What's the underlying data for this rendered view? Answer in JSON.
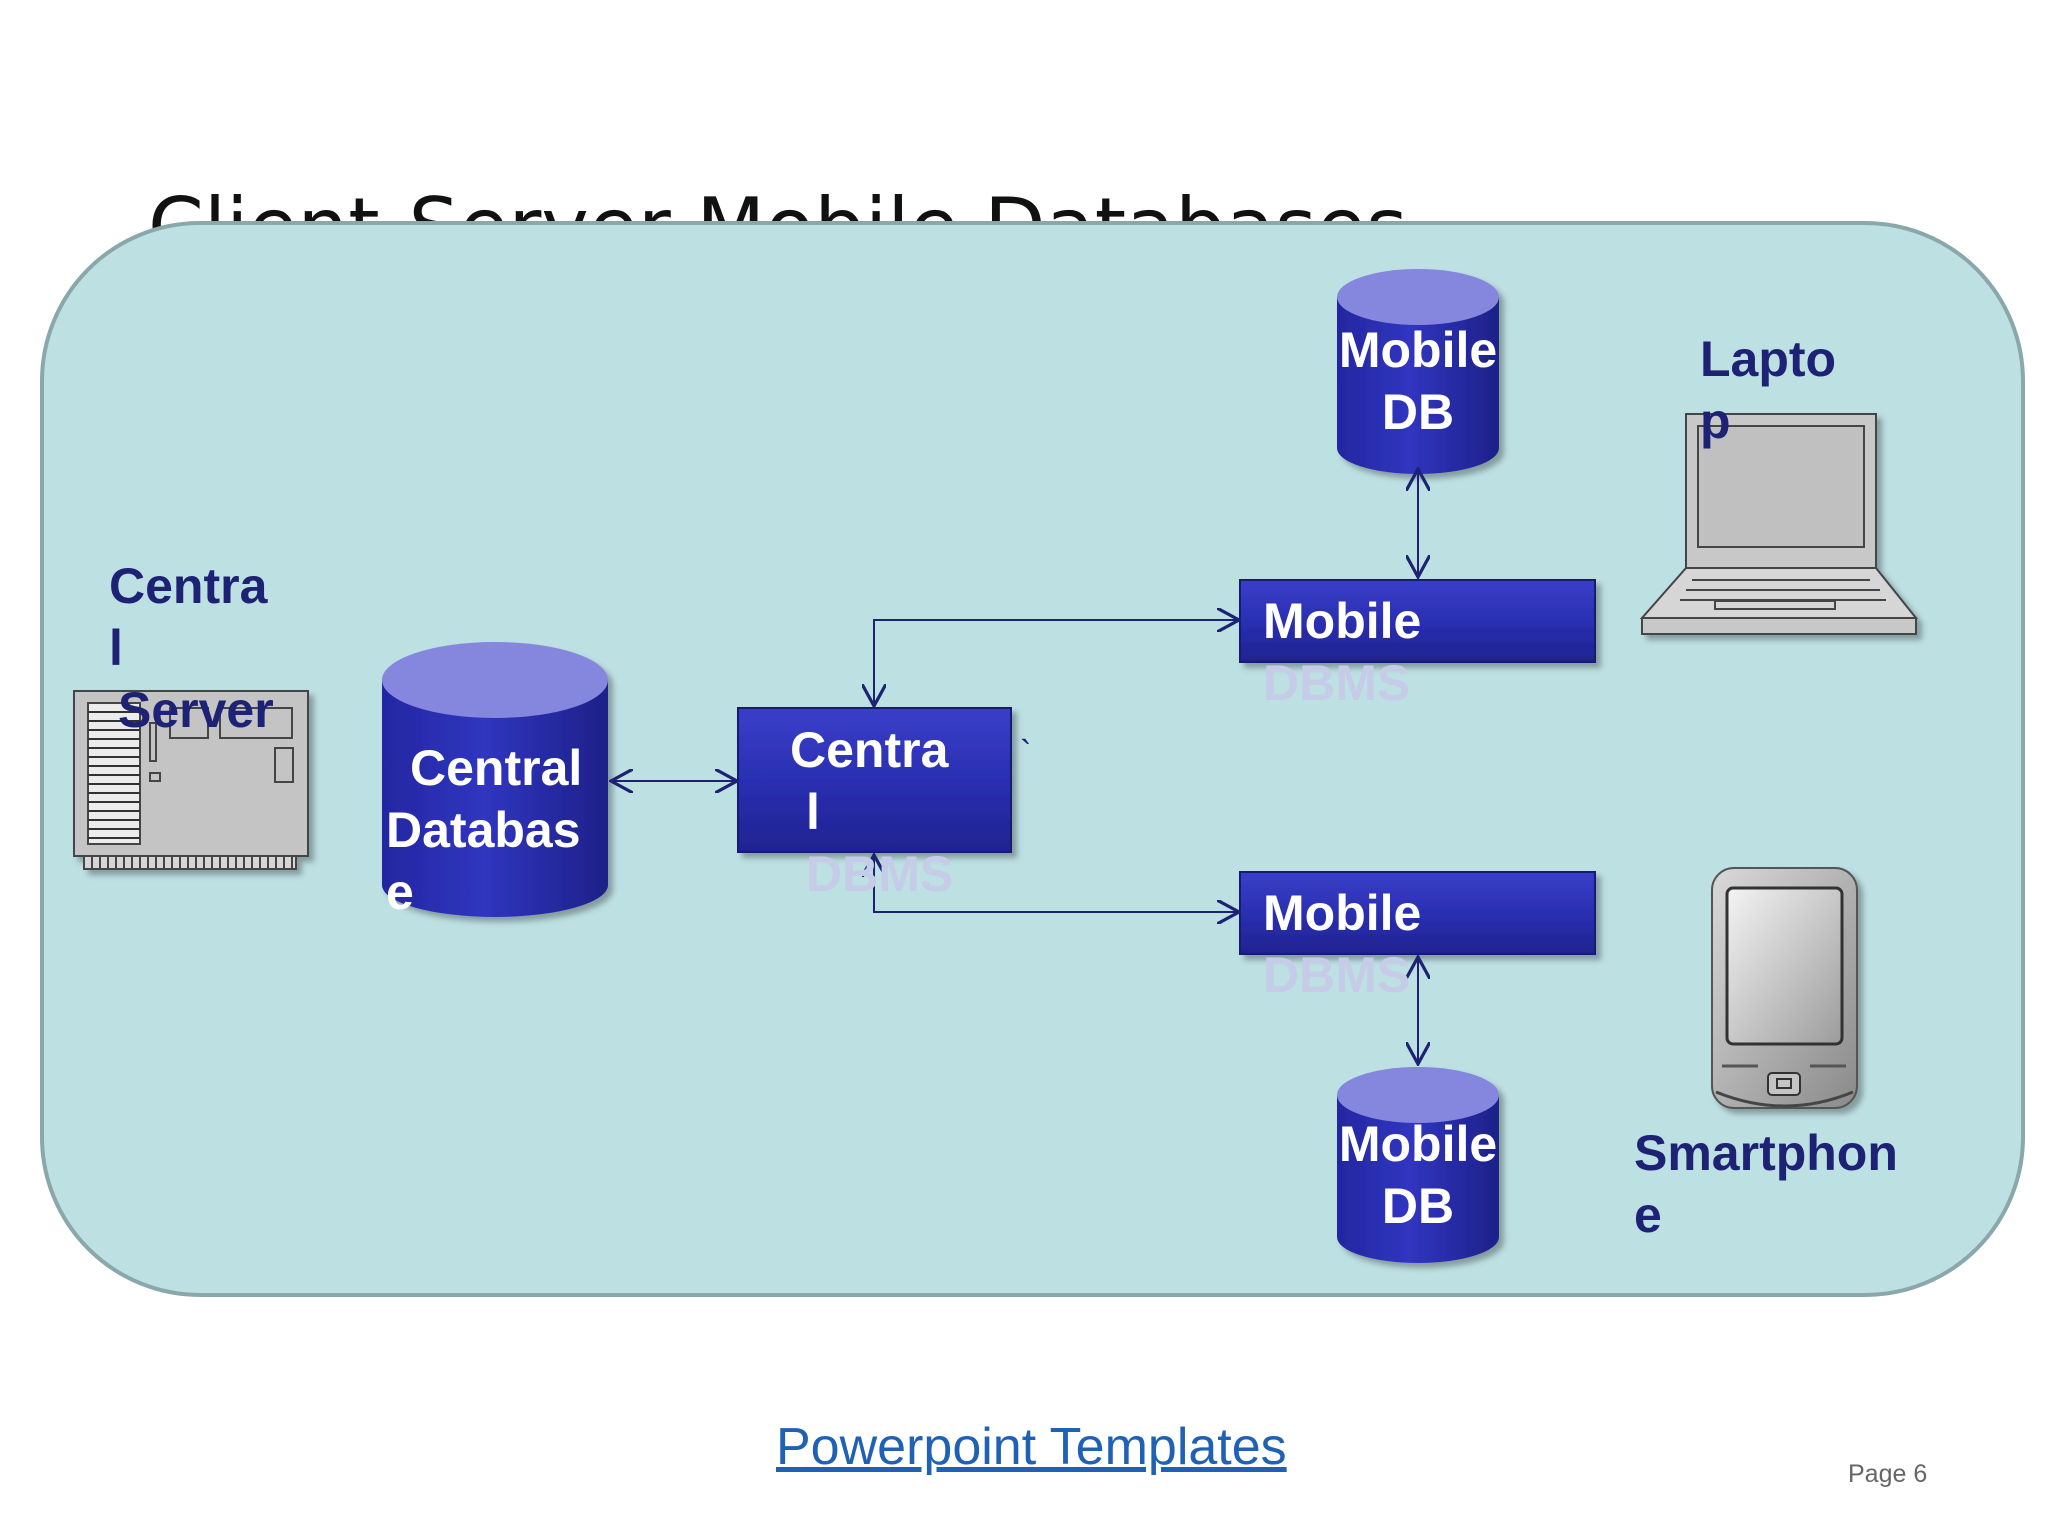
{
  "slide": {
    "title": "Client-Server Mobile Databases",
    "footer_link": "Powerpoint Templates",
    "page_number": "Page 6"
  },
  "diagram": {
    "central_server": {
      "label_lines": [
        "Centra",
        "l",
        "Server"
      ],
      "icon": "server-icon"
    },
    "central_database": {
      "label_lines": [
        "Central",
        "Databas",
        "e"
      ]
    },
    "central_dbms": {
      "label_lines": [
        "Centra",
        "l",
        "DBMS"
      ],
      "stray_mark": "`"
    },
    "mobile_dbms_top": {
      "label_lines": [
        "Mobile",
        "DBMS"
      ]
    },
    "mobile_dbms_bottom": {
      "label_lines": [
        "Mobile",
        "DBMS"
      ]
    },
    "mobile_db_top": {
      "label_lines": [
        "Mobile",
        "DB"
      ]
    },
    "mobile_db_bottom": {
      "label_lines": [
        "Mobile",
        "DB"
      ]
    },
    "laptop": {
      "label_lines": [
        "Lapto",
        "p"
      ],
      "icon": "laptop-icon"
    },
    "smartphone": {
      "label_lines": [
        "Smartphon",
        "e"
      ],
      "icon": "smartphone-icon"
    }
  },
  "colors": {
    "panel_fill": "#bde0e3",
    "panel_border": "#8aa7aa",
    "node_blue": "#2a2fb2",
    "cylinder_top": "#8487dd",
    "label_dark": "#1e2275",
    "connector": "#1e2275",
    "link": "#1f61b4"
  }
}
